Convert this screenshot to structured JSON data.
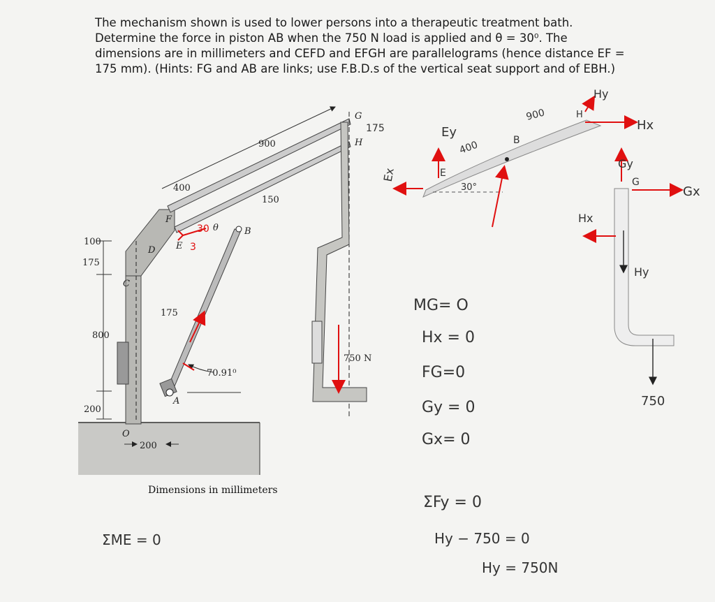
{
  "problem": {
    "lines": [
      "The mechanism shown is used to lower persons into a therapeutic treatment bath.",
      "Determine the force in piston AB when the 750 N load is applied and θ = 30⁰.  The",
      "dimensions are in millimeters and CEFD and EFGH are parallelograms (hence distance EF =",
      "175 mm).  (Hints: FG and AB are links; use F.B.D.s of the vertical seat support and of EBH.)"
    ]
  },
  "figure": {
    "dims": {
      "d900": "900",
      "d400": "400",
      "d150": "150",
      "d100": "100",
      "d175a": "175",
      "d175b": "175",
      "d800": "800",
      "d200a": "200",
      "d200b": "200",
      "angle": "70.91⁰",
      "load": "750 N"
    },
    "labels": {
      "G": "G",
      "H": "H",
      "F": "F",
      "E": "E",
      "D": "D",
      "C": "C",
      "B": "B",
      "A": "A",
      "O": "O",
      "theta": "θ"
    },
    "caption": "Dimensions in millimeters"
  },
  "handwritten": {
    "theta_val": "30",
    "e_note": "3",
    "hy_top": "Hy",
    "hx_right": "Hx",
    "h_label": "H",
    "d900": "900",
    "d175": "175",
    "ey": "Ey",
    "ex": "Ex",
    "d400": "400",
    "b_label": "B",
    "e_label": "E",
    "angle30": "30°",
    "gy": "Gy",
    "g_label": "G",
    "gx": "Gx",
    "hx_left": "Hx",
    "hy_down": "Hy",
    "load750": "750",
    "equations": [
      "MG= O",
      "Hx = 0",
      "FG=0",
      "Gy = 0",
      "Gx= 0"
    ],
    "sum_fy": "ΣFy = 0",
    "eq1": "Hy − 750 = 0",
    "eq2": "Hy = 750N",
    "sum_me": "ΣME = 0"
  }
}
